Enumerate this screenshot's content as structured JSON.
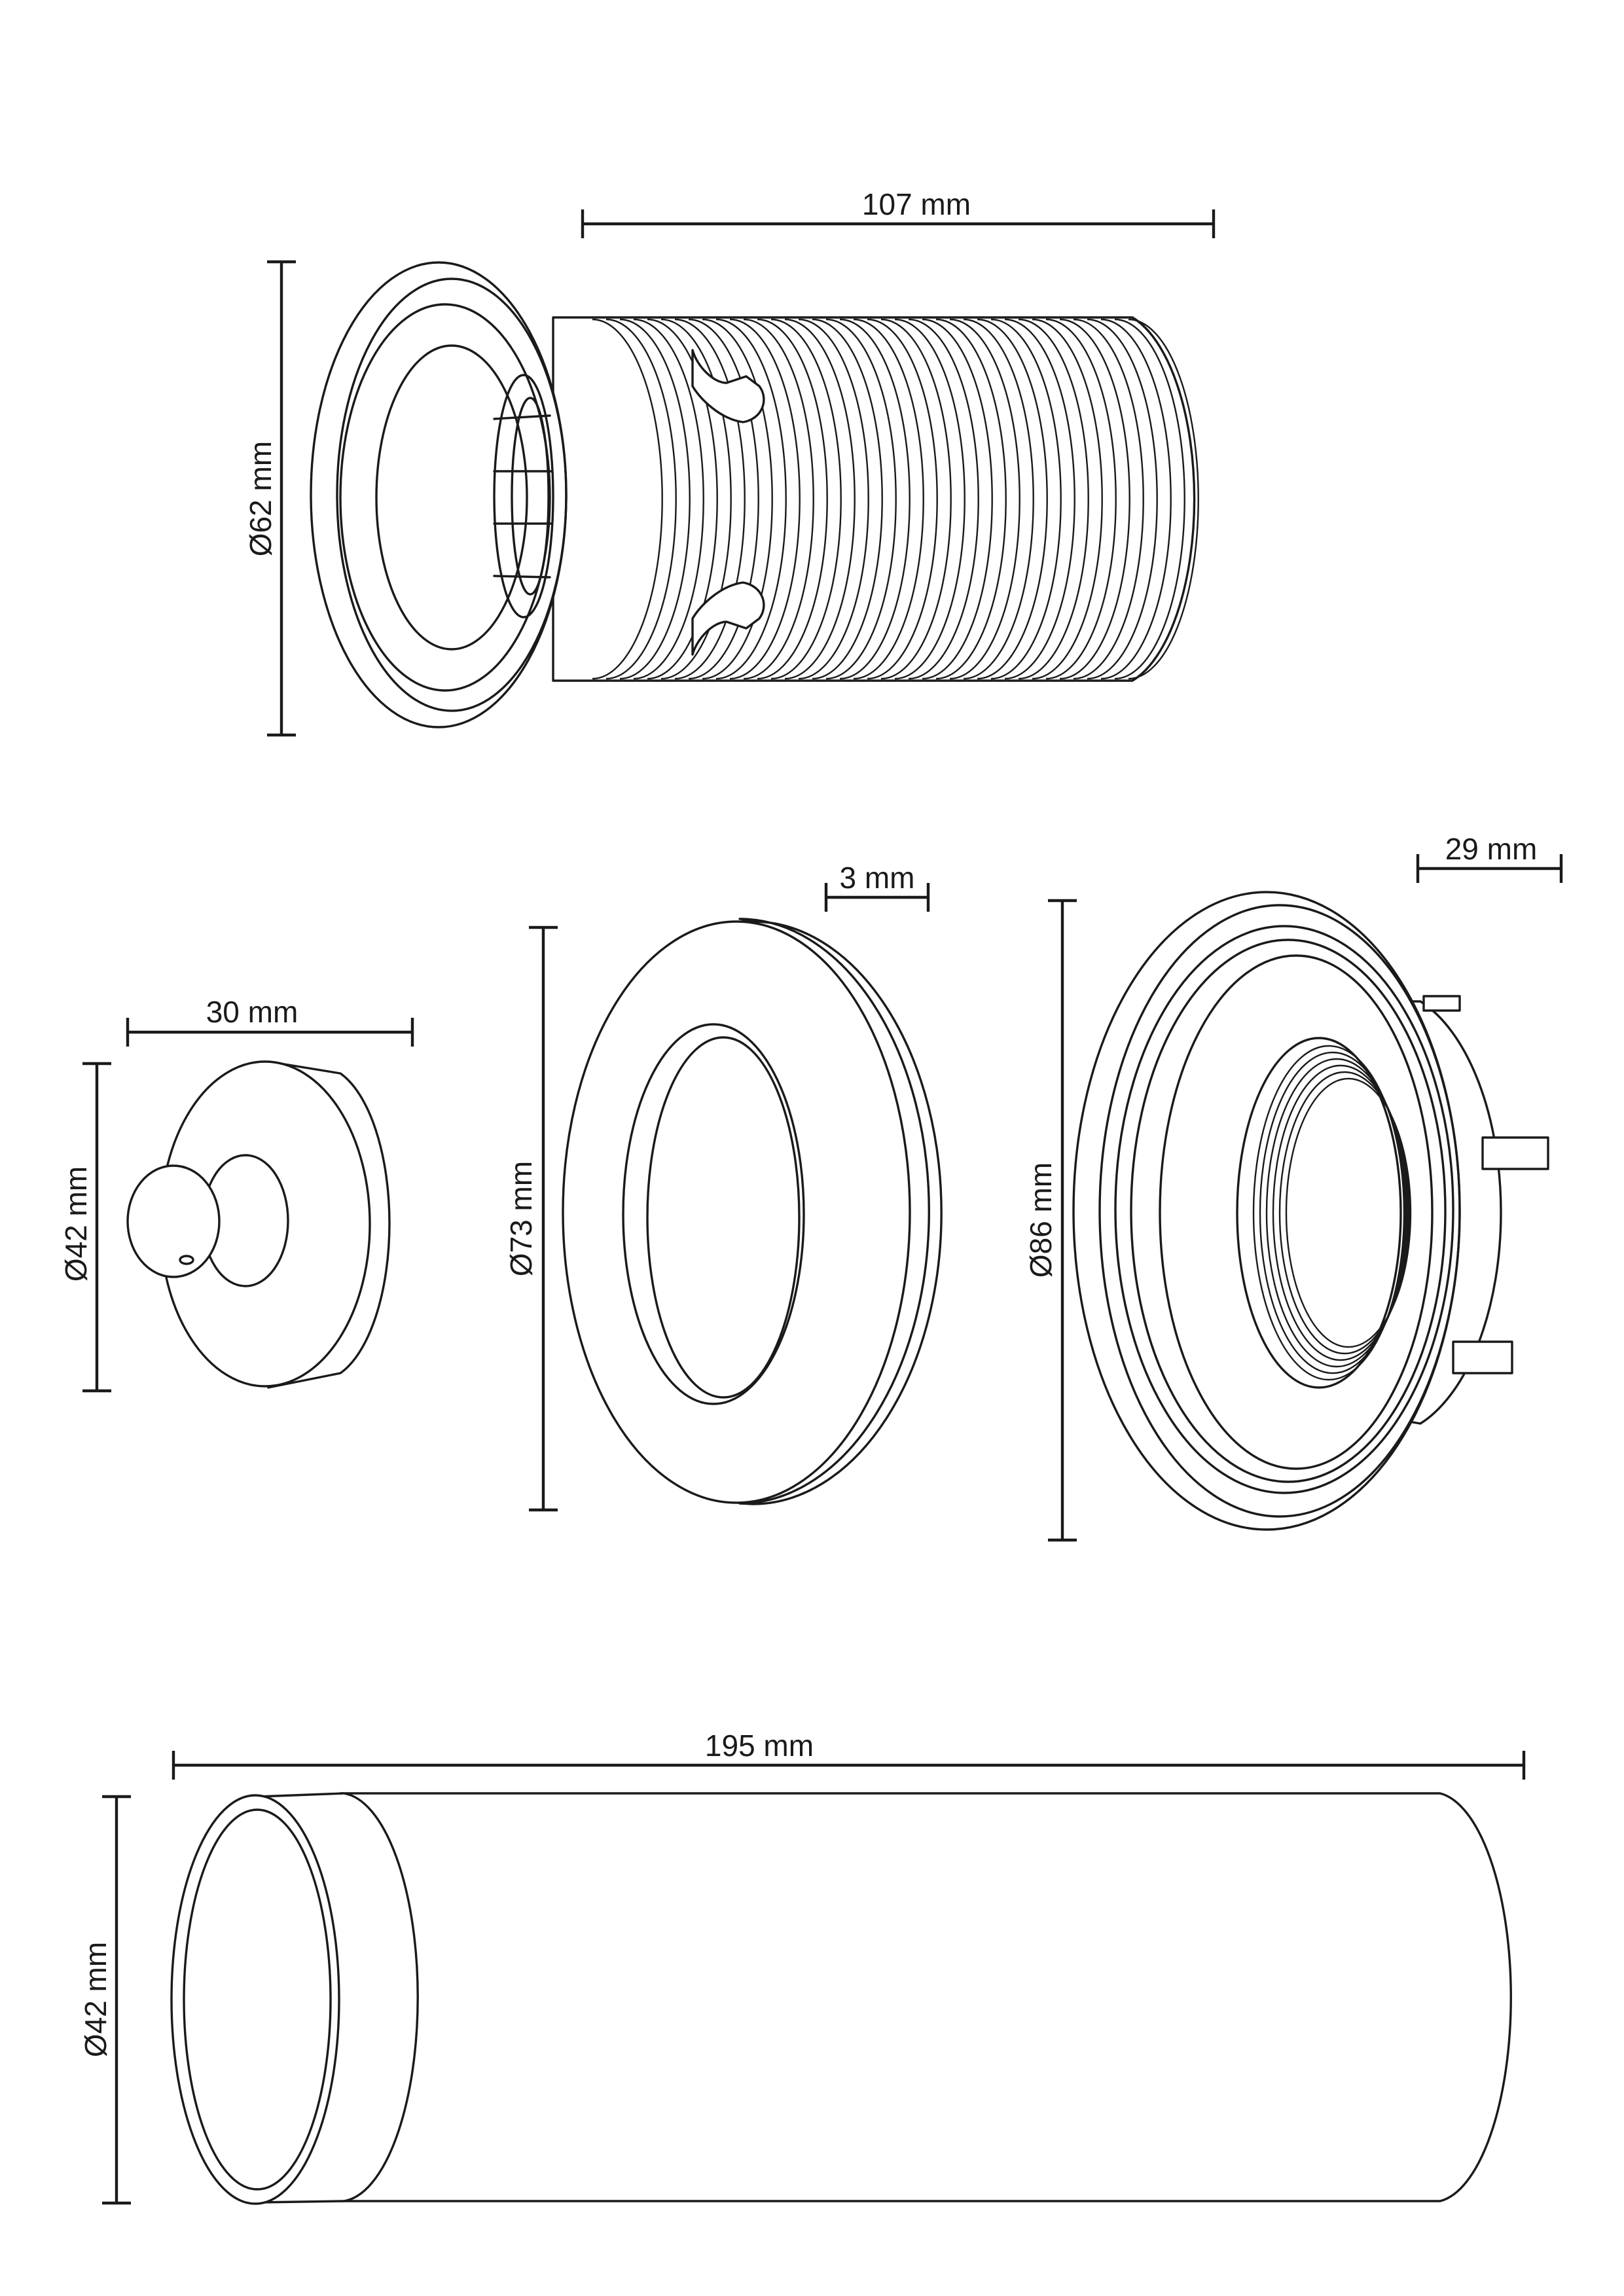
{
  "components": [
    {
      "id": "threaded-waste-body",
      "dimensions": {
        "length": "107 mm",
        "diameter": "Ø62 mm"
      }
    },
    {
      "id": "plug-stopper",
      "dimensions": {
        "length": "30 mm",
        "diameter": "Ø42 mm"
      }
    },
    {
      "id": "flat-washer",
      "dimensions": {
        "thickness": "3 mm",
        "diameter": "Ø73 mm"
      }
    },
    {
      "id": "back-nut",
      "dimensions": {
        "depth": "29 mm",
        "diameter": "Ø86 mm"
      }
    },
    {
      "id": "overflow-tube",
      "dimensions": {
        "length": "195 mm",
        "diameter": "Ø42 mm"
      }
    }
  ],
  "colors": {
    "line": "#1a1a1a",
    "background": "#ffffff"
  }
}
